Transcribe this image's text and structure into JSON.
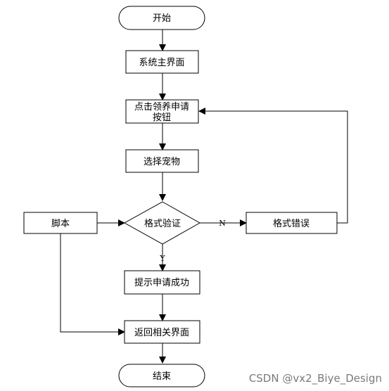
{
  "nodes": {
    "start": "开始",
    "main_ui": "系统主界面",
    "click_apply_line1": "点击领养申请",
    "click_apply_line2": "按钮",
    "select_pet": "选择宠物",
    "format_check": "格式验证",
    "format_error": "格式错误",
    "script": "脚本",
    "apply_success": "提示申请成功",
    "return_page": "返回相关界面",
    "end": "结束"
  },
  "edges": {
    "no": "N",
    "yes": "Y"
  },
  "watermark": "CSDN @vx2_Biye_Design"
}
